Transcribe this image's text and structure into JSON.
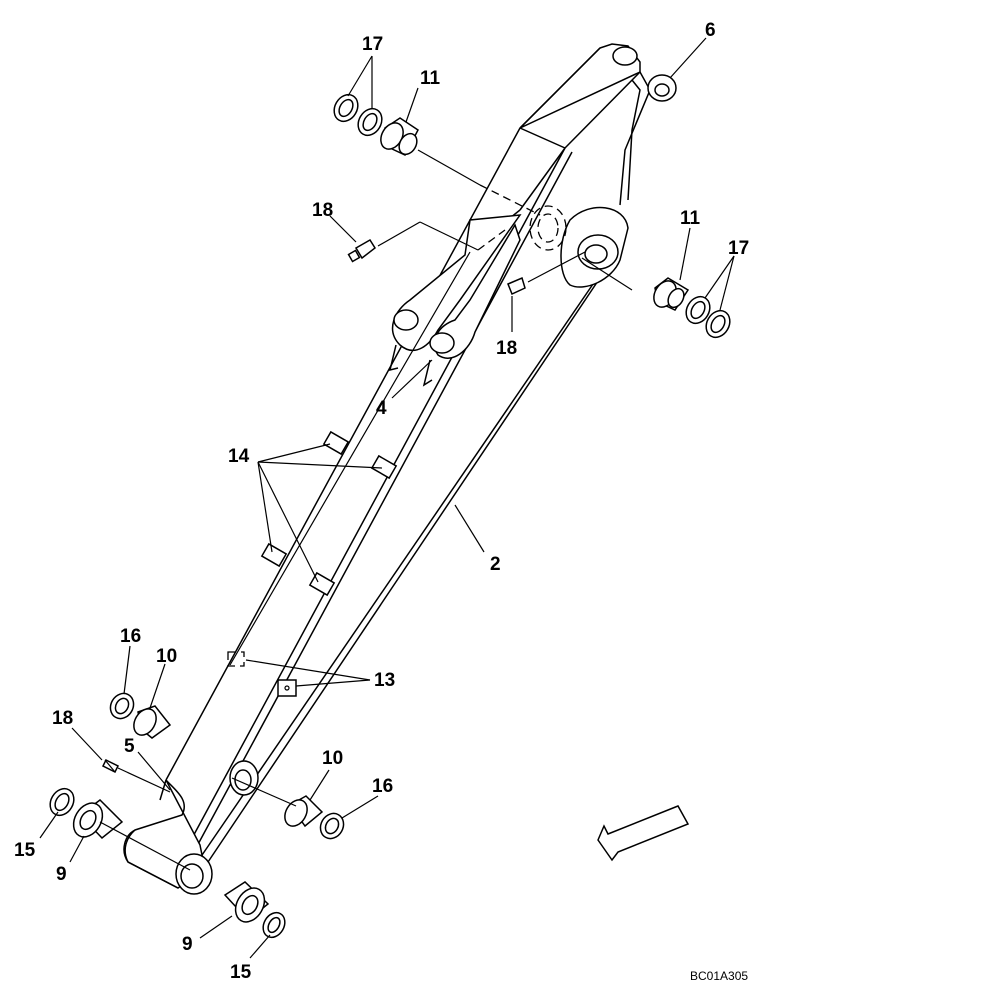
{
  "diagram": {
    "reference_code": "BC01A305",
    "callouts": {
      "c17_top": "17",
      "c11_top": "11",
      "c6": "6",
      "c18_top": "18",
      "c11_right": "11",
      "c17_right": "17",
      "c18_mid": "18",
      "c4": "4",
      "c14": "14",
      "c2": "2",
      "c16_left": "16",
      "c10_left": "10",
      "c13": "13",
      "c18_low": "18",
      "c5": "5",
      "c10_right": "10",
      "c16_right": "16",
      "c15_left": "15",
      "c9_left": "9",
      "c9_bottom": "9",
      "c15_bottom": "15"
    }
  }
}
